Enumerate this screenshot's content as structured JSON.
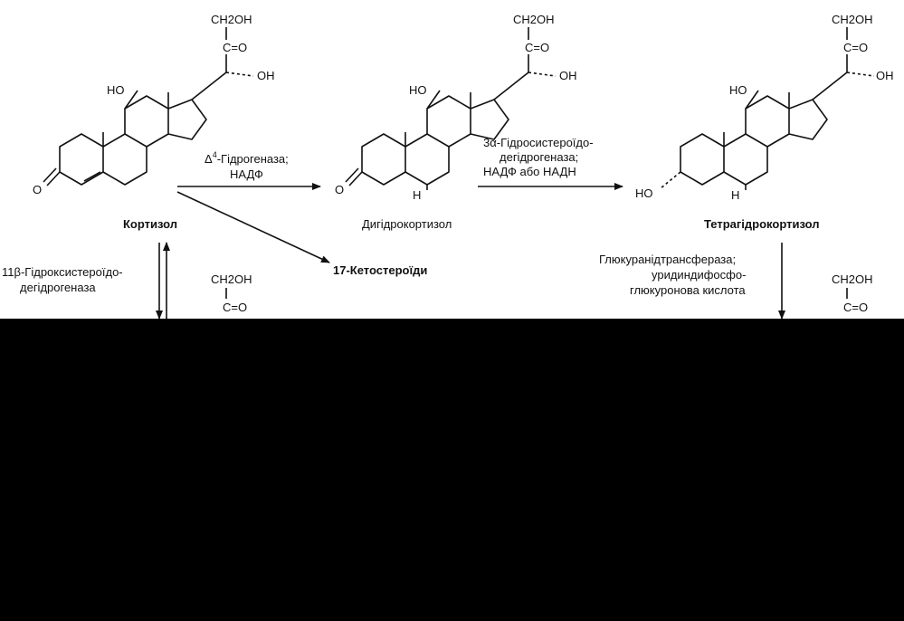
{
  "colors": {
    "ink": "#111111",
    "background": "#ffffff",
    "redacted_panel": "#000000"
  },
  "compounds": {
    "cortisol": {
      "name": "Кортизол",
      "groups": {
        "ch2oh": "CH2OH",
        "co": "C=O",
        "oh17": "OH",
        "ho11": "HO",
        "keto3": "O"
      }
    },
    "dihydrocortisol": {
      "name": "Дигідрокортизол",
      "groups": {
        "ch2oh": "CH2OH",
        "co": "C=O",
        "oh17": "OH",
        "ho11": "HO",
        "keto3": "O",
        "h5": "H"
      }
    },
    "tetrahydrocortisol": {
      "name": "Тетрагідрокортизол",
      "groups": {
        "ch2oh": "CH2OH",
        "co": "C=O",
        "oh17": "OH",
        "ho11": "HO",
        "ho3": "HO",
        "h5": "H"
      }
    },
    "ketosteroids": {
      "name": "17-Кетостероїди"
    },
    "bottom_left_fragment": {
      "ch2oh": "CH2OH",
      "co": "C=O"
    },
    "bottom_right_fragment": {
      "ch2oh": "CH2OH",
      "co": "C=O"
    }
  },
  "enzymes": {
    "delta4": {
      "prefix": "Δ",
      "superscript": "4",
      "line1": "-Гідрогеназа;",
      "line2": "НАДФ"
    },
    "alpha3": {
      "line1": "3α-Гідросистероїдо-",
      "line2": "дегідрогеназа;",
      "line3": "НАДФ або НАДН"
    },
    "beta11": {
      "line1": "11β-Гідроксистероїдо-",
      "line2": "дегідрогеназа"
    },
    "glucuronyl": {
      "line1": "Глюкуранідтрансфераза;",
      "line2": "уридиндифосфо-",
      "line3": "глюкуронова кислота"
    }
  }
}
